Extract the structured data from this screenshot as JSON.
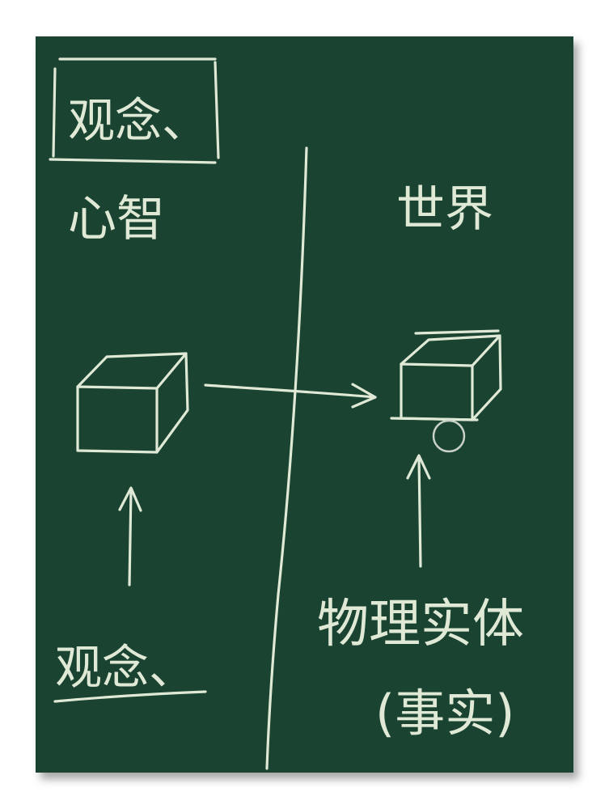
{
  "board": {
    "left_top_label": "观念、",
    "left_sub_label": "心智",
    "right_label": "世界",
    "bottom_left_label": "观念、",
    "bottom_right_label": "物理实体",
    "bottom_right_sub_label": "(事实)",
    "chalk_color": "#dfe9d6",
    "board_color": "#1a4331"
  }
}
